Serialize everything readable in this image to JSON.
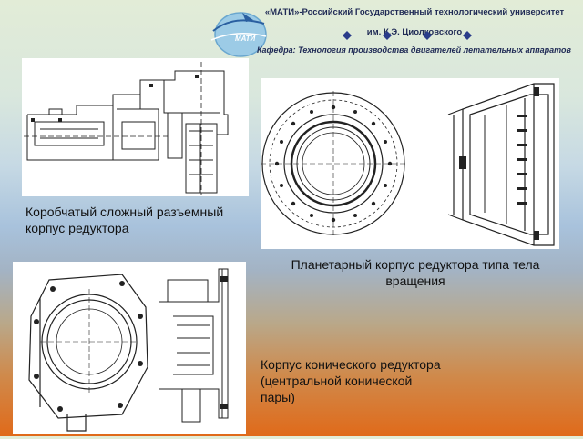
{
  "header": {
    "university_line1": "«МАТИ»-Российский Государственный технологический университет",
    "university_line2": "им. К.Э. Циолковского",
    "logo_text": "МАТИ",
    "department": "Кафедра: Технология производства двигателей летательных аппаратов"
  },
  "captions": {
    "box_housing": "Коробчатый сложный разъемный корпус редуктора",
    "planetary_housing": "Планетарный корпус редуктора типа тела вращения",
    "bevel_housing": "Корпус конического редуктора (центральной конической пары)"
  },
  "colors": {
    "title_text": "#1f2a55",
    "drawing_lines": "#222222",
    "top_background": "#e2ecd7",
    "bottom_background": "#e06a1a"
  }
}
